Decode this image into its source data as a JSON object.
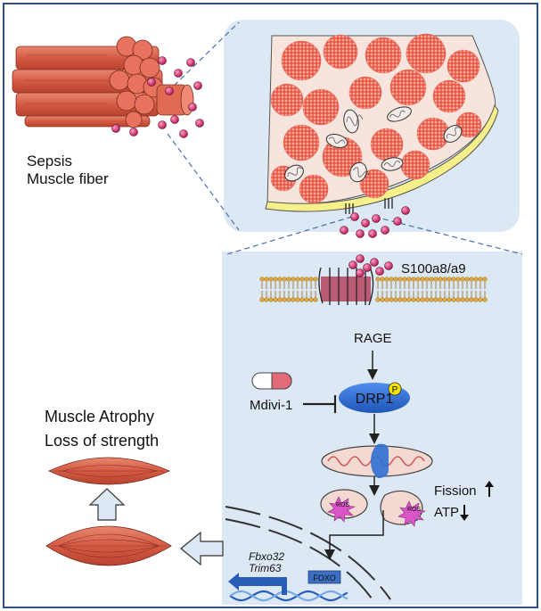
{
  "labels": {
    "sepsis": "Sepsis",
    "muscle_fiber": "Muscle fiber",
    "s100": "S100a8/a9",
    "rage": "RAGE",
    "p": "P",
    "drp1": "DRP1",
    "mdivi": "Mdivi-1",
    "fission": "Fission",
    "atp": "ATP",
    "ros1": "ROS",
    "ros2": "ROS",
    "muscle_atrophy": "Muscle Atrophy",
    "loss_strength": "Loss of strength",
    "fbxo32": "Fbxo32",
    "trim63": "Trim63",
    "foxo": "FOXO"
  },
  "colors": {
    "frame": "#2c4f86",
    "panel": "#dce9f4",
    "muscle": "#d8604d",
    "molecule": "#c2185b",
    "drp1": "#2f6ed1",
    "dna_a": "#2a5db8",
    "dna_b": "#7aa8e6",
    "membrane": "#d9a441"
  },
  "icons": [
    "muscle-bundle-icon",
    "mitochondrion-icon",
    "pill-icon",
    "ros-burst-icon",
    "up-arrow-icon",
    "down-arrow-icon",
    "block-arrow-icon",
    "dna-icon"
  ]
}
